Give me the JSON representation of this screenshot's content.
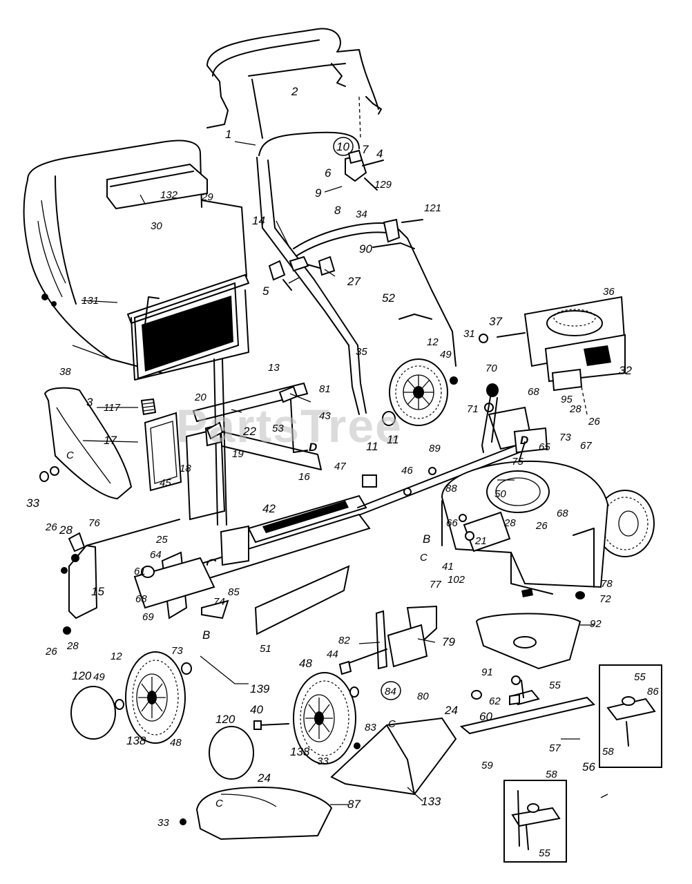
{
  "watermark": "PartsTree",
  "labels": {
    "l1": "1",
    "l2": "2",
    "l3": "3",
    "l4": "4",
    "l5": "5",
    "l6": "6",
    "l7": "7",
    "l8": "8",
    "l9": "9",
    "l10": "10",
    "l11a": "11",
    "l11b": "11",
    "l12a": "12",
    "l12b": "12",
    "l13": "13",
    "l14": "14",
    "l15": "15",
    "l16": "16",
    "l17": "17",
    "l18": "18",
    "l19": "19",
    "l20": "20",
    "l21": "21",
    "l22": "22",
    "l24a": "24",
    "l24b": "24",
    "l25": "25",
    "l26a": "26",
    "l26b": "26",
    "l26c": "26",
    "l26d": "26",
    "l27": "27",
    "l28a": "28",
    "l28b": "28",
    "l28c": "28",
    "l28d": "28",
    "l29": "29",
    "l30": "30",
    "l31": "31",
    "l32": "32",
    "l33a": "33",
    "l33b": "33",
    "l33c": "33",
    "l34": "34",
    "l35": "35",
    "l36": "36",
    "l37": "37",
    "l38": "38",
    "l40": "40",
    "l41": "41",
    "l42": "42",
    "l43": "43",
    "l44": "44",
    "l45": "45",
    "l46": "46",
    "l47": "47",
    "l48a": "48",
    "l48b": "48",
    "l49a": "49",
    "l49b": "49",
    "l50": "50",
    "l51": "51",
    "l52": "52",
    "l53": "53",
    "l55a": "55",
    "l55b": "55",
    "l55c": "55",
    "l56": "56",
    "l57": "57",
    "l58a": "58",
    "l58b": "58",
    "l59": "59",
    "l60": "60",
    "l61": "61",
    "l62": "62",
    "l64": "64",
    "l65": "65",
    "l66": "66",
    "l67": "67",
    "l68a": "68",
    "l68b": "68",
    "l68c": "68",
    "l69": "69",
    "l70": "70",
    "l71": "71",
    "l72": "72",
    "l73a": "73",
    "l73b": "73",
    "l74": "74",
    "l75": "75",
    "l76": "76",
    "l77": "77",
    "l78": "78",
    "l79": "79",
    "l80": "80",
    "l81": "81",
    "l82": "82",
    "l83": "83",
    "l84": "84",
    "l85": "85",
    "l86": "86",
    "l87": "87",
    "l88": "88",
    "l89": "89",
    "l90": "90",
    "l91": "91",
    "l92": "92",
    "l95": "95",
    "l102": "102",
    "l117": "117",
    "l120a": "120",
    "l120b": "120",
    "l121": "121",
    "l129": "129",
    "l131": "131",
    "l132": "132",
    "l133": "133",
    "l138a": "138",
    "l138b": "138",
    "l139": "139",
    "lB1": "B",
    "lB2": "B",
    "lC1": "C",
    "lC2": "C",
    "lC3": "C",
    "lC4": "C",
    "lD1": "D",
    "lD2": "D"
  }
}
